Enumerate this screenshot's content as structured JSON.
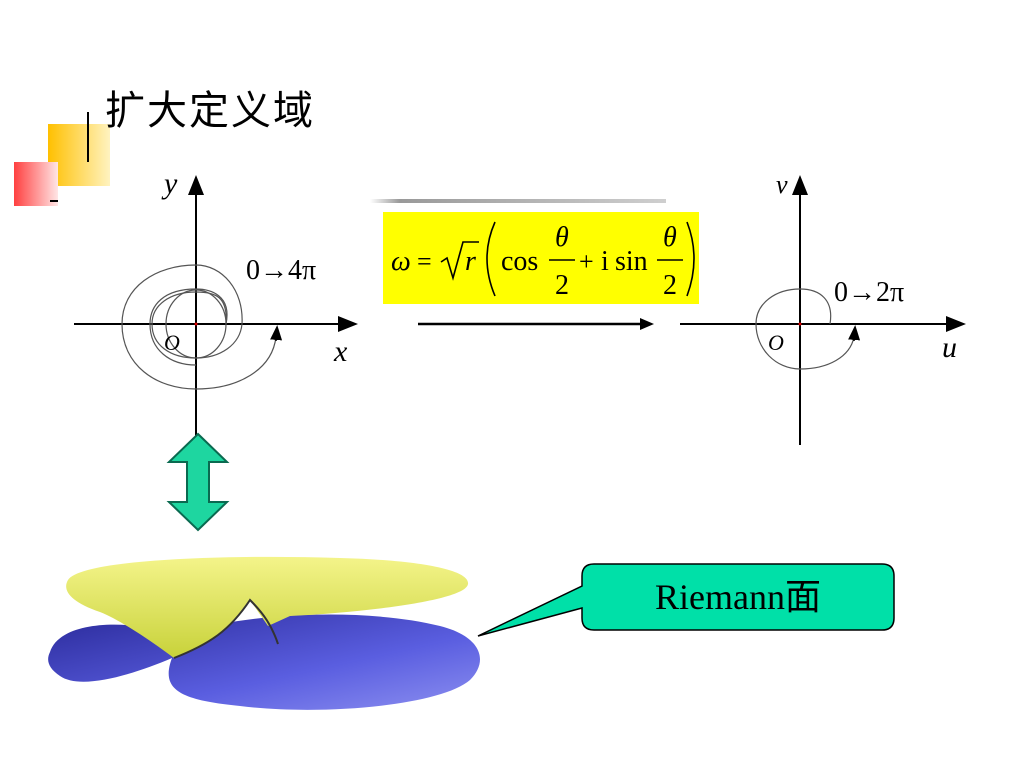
{
  "title": "扩大定义域",
  "left_plot": {
    "y_axis_label": "y",
    "x_axis_label": "x",
    "origin_label": "O",
    "annotation": "0→4π"
  },
  "right_plot": {
    "v_axis_label": "v",
    "u_axis_label": "u",
    "origin_label": "O",
    "annotation": "0→2π"
  },
  "formula": {
    "lhs": "ω",
    "eq": "=",
    "sqrt_arg": "r",
    "cos": "cos",
    "plus": "+",
    "i": "i",
    "sin": "sin",
    "theta": "θ",
    "two": "2"
  },
  "callout": {
    "label": "Riemann面"
  },
  "colors": {
    "formula_bg": "#ffff00",
    "callout_bg": "#00e0a8",
    "double_arrow": "#1ed6a0",
    "surface_top": "#e6f06a",
    "surface_bottom": "#5b5fe0",
    "accent_orange": "#ffcc33",
    "accent_red": "#ff5a5a"
  }
}
